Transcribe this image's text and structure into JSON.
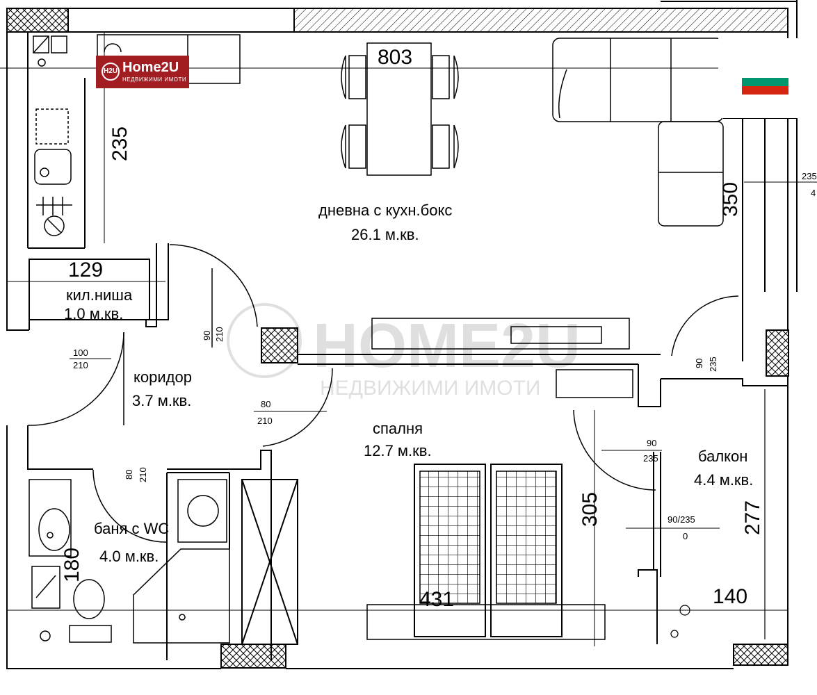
{
  "logo": {
    "brand": "Home2U",
    "subtitle": "НЕДВИЖИМИ ИМОТИ",
    "mark": "H2U"
  },
  "watermark": {
    "brand": "HOME2U",
    "subtitle": "НЕДВИЖИМИ ИМОТИ"
  },
  "flag": {
    "colors": [
      "#ffffff",
      "#00966e",
      "#d62612"
    ]
  },
  "rooms": {
    "living": {
      "name": "дневна с кухн.бокс",
      "area": "26.1 м.кв."
    },
    "closet": {
      "name": "кил.ниша",
      "area": "1.0 м.кв."
    },
    "corridor": {
      "name": "коридор",
      "area": "3.7 м.кв."
    },
    "bathroom": {
      "name": "баня с WC",
      "area": "4.0 м.кв."
    },
    "bedroom": {
      "name": "спалня",
      "area": "12.7 м.кв."
    },
    "balcony": {
      "name": "балкон",
      "area": "4.4 м.кв."
    }
  },
  "dimensions": {
    "d803": "803",
    "d235": "235",
    "d350": "350",
    "d129": "129",
    "d180": "180",
    "d305": "305",
    "d277": "277",
    "d431": "431",
    "d140": "140",
    "edge_top": "235",
    "edge_bottom": "4"
  },
  "doors": {
    "corridor_entry_w": "100",
    "corridor_entry_h": "210",
    "living_w": "90",
    "living_h": "210",
    "bedroom_w": "80",
    "bedroom_h": "210",
    "bath_w": "80",
    "bath_h": "210",
    "living_balcony_w": "90",
    "living_balcony_h": "235",
    "bedroom_balcony_w": "90",
    "bedroom_balcony_h": "235",
    "balcony_window": "90/235",
    "balcony_window_sill": "0"
  }
}
